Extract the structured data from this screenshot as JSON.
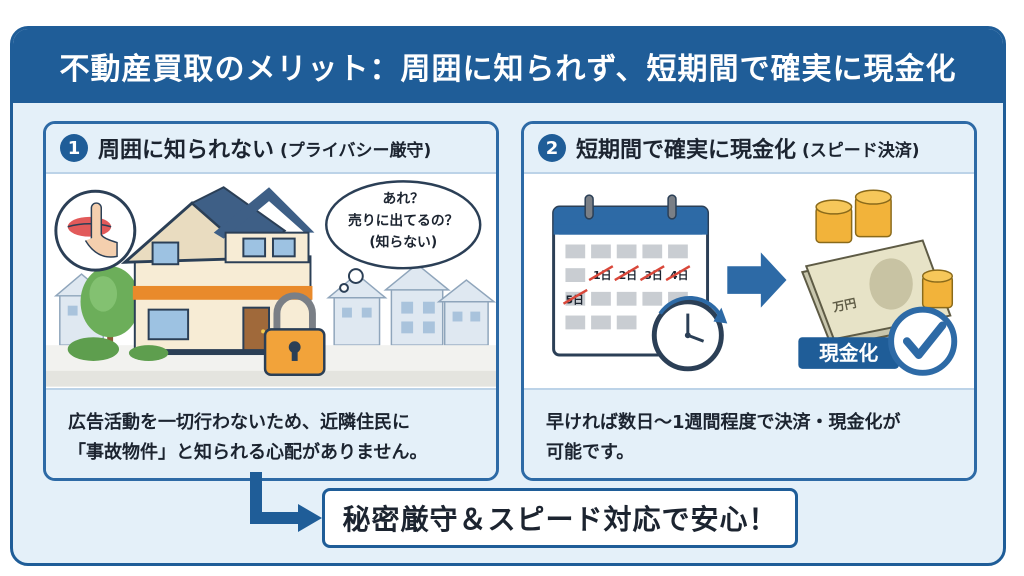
{
  "title": "不動産買取のメリット：周囲に知られず、短期間で確実に現金化",
  "panels": [
    {
      "number": "1",
      "heading": "周囲に知られない",
      "subheading": "(プライバシー厳守)",
      "bubble": [
        "あれ？",
        "売りに出てるの？",
        "(知らない)"
      ],
      "body": [
        "広告活動を一切行わないため、近隣住民に",
        "「事故物件」と知られる心配がありません。"
      ]
    },
    {
      "number": "2",
      "heading": "短期間で確実に現金化",
      "subheading": "(スピード決済)",
      "calendar_days": [
        "1日",
        "2日",
        "3日",
        "4日",
        "5日"
      ],
      "bill_label": "万円",
      "cash_label": "現金化",
      "body": [
        "早ければ数日〜1週間程度で決済・現金化が",
        "可能です。"
      ]
    }
  ],
  "cta": "秘密厳守＆スピード対応で安心！",
  "colors": {
    "primary": "#1f5d98",
    "panel_bg": "#e4f0f9",
    "accent": "#e98a2b",
    "check": "#2d6aa6"
  }
}
